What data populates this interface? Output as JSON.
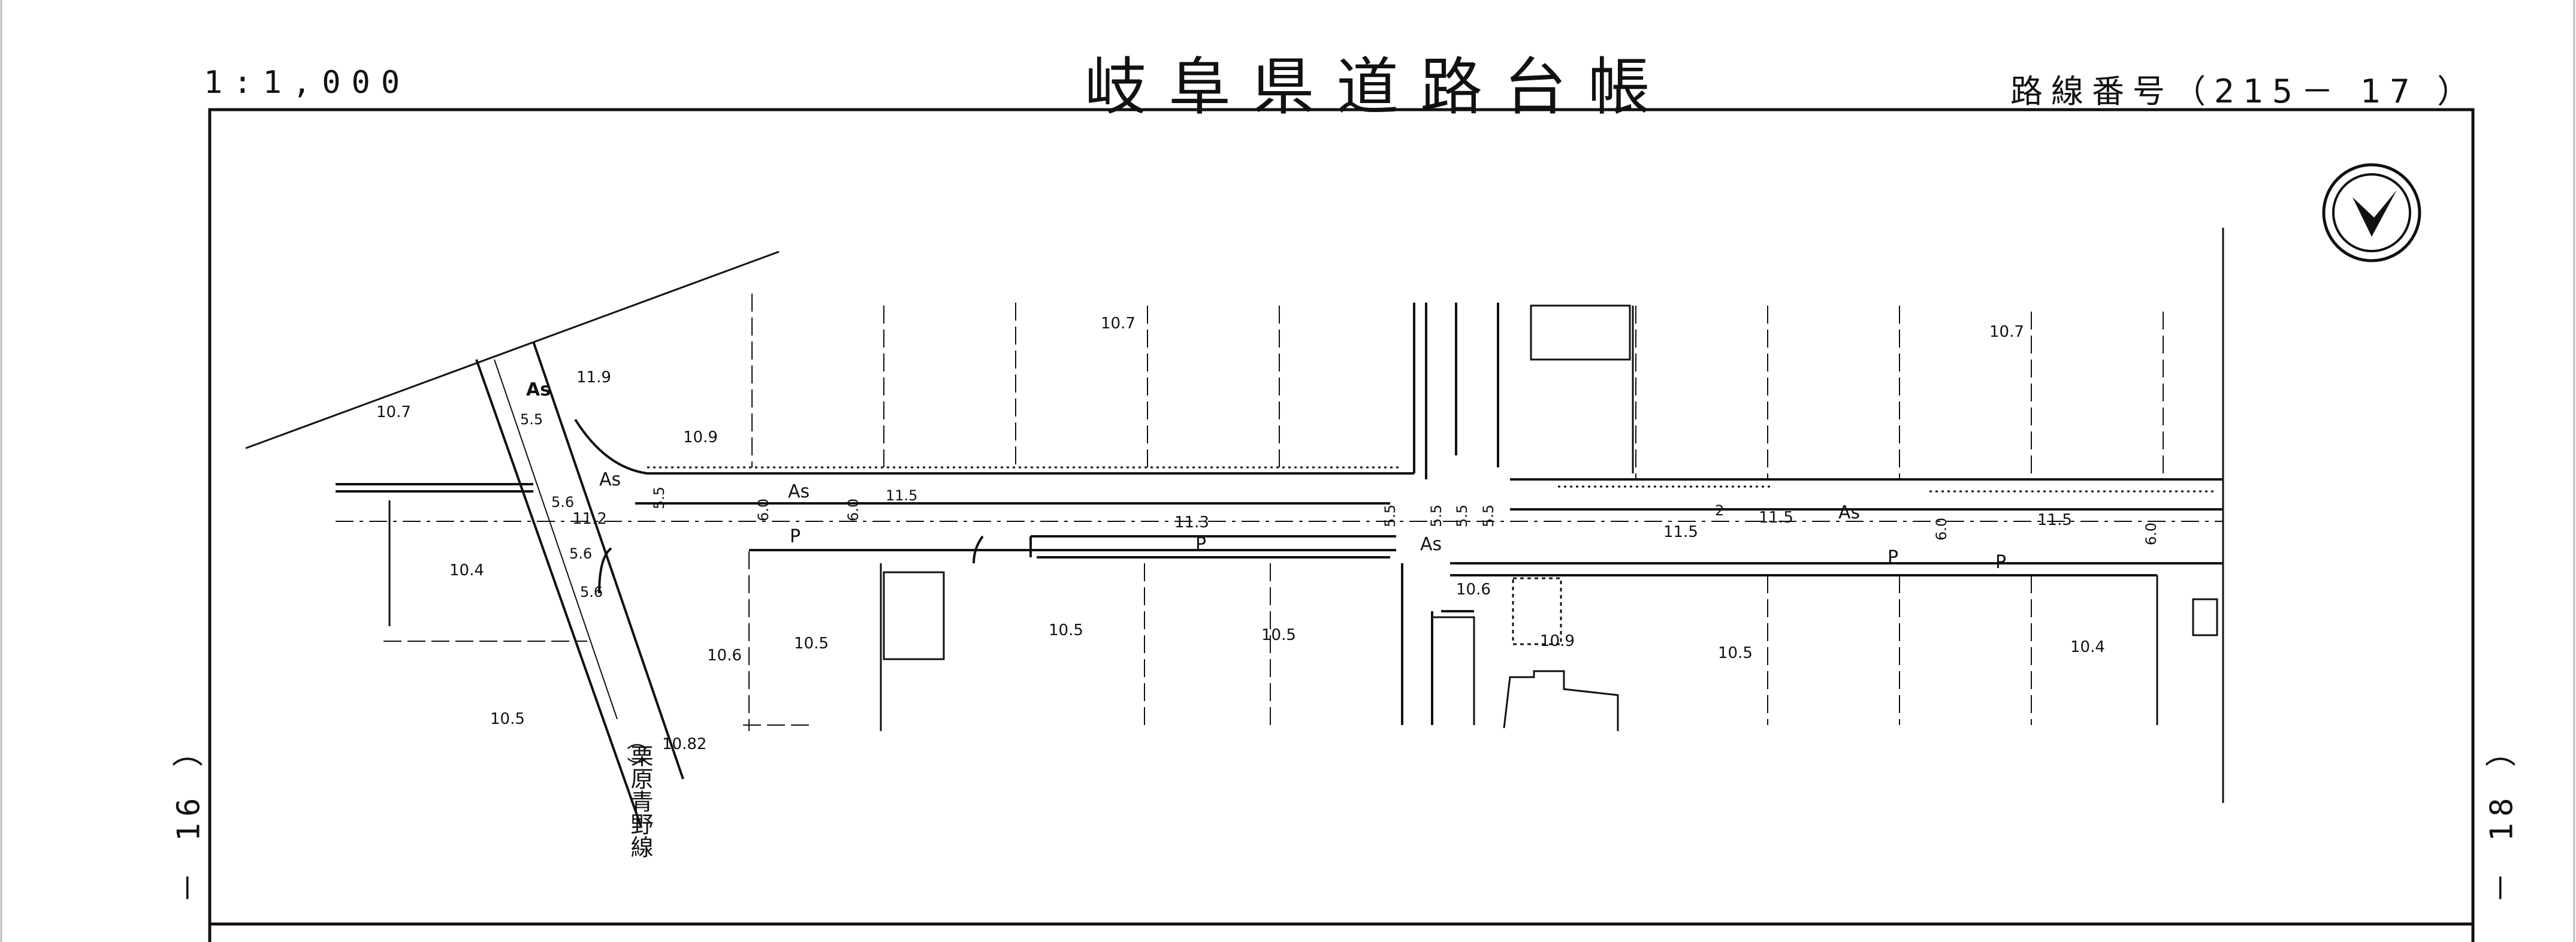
{
  "header": {
    "scale": "1:1,000",
    "title": "岐阜県道路台帳",
    "route_number": "路線番号（215－ 17 ）"
  },
  "adjacent_sheets": {
    "left": "－ 16 ）",
    "right": "－ 18 ）"
  },
  "map": {
    "north_arrow": "north-arrow-icon",
    "crossing_road_label": "栗原青野線",
    "crossing_road_paren": "（ ）",
    "road_codes": [
      "As",
      "As",
      "As",
      "As",
      "As",
      "P",
      "P",
      "P",
      "P"
    ],
    "elevations": [
      "10.7",
      "11.9",
      "10.9",
      "10.7",
      "10.7",
      "11.2",
      "10.4",
      "11.3",
      "11.5",
      "11.5",
      "11.5",
      "10.6",
      "10.6",
      "10.5",
      "10.5",
      "10.5",
      "10.5",
      "10.9",
      "10.4",
      "10.5",
      "10.82"
    ],
    "widths": [
      "5.5",
      "5.6",
      "5.6",
      "5.6",
      "5.5",
      "6.0",
      "6.0",
      "11.5",
      "5.5",
      "5.5",
      "5.5",
      "5.5",
      "2",
      "6.0",
      "6.0"
    ]
  }
}
